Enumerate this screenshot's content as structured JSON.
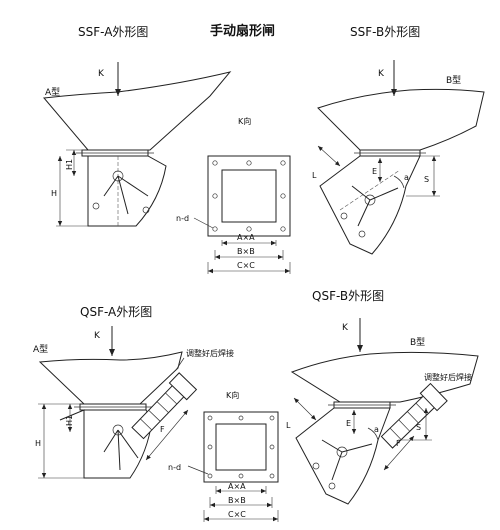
{
  "main_title": "手动扇形闸",
  "views": {
    "ssf_a": {
      "title": "SSF-A外形图",
      "type_label": "A型",
      "force_label": "K",
      "dim_h1": "H1",
      "dim_h": "H"
    },
    "ssf_b": {
      "title": "SSF-B外形图",
      "type_label": "B型",
      "force_label": "K",
      "dim_e": "E",
      "dim_s": "S",
      "dim_l": "L",
      "dim_a": "a"
    },
    "qsf_a": {
      "title": "QSF-A外形图",
      "type_label": "A型",
      "force_label": "K",
      "note": "调整好后焊接",
      "dim_h1": "H1",
      "dim_h": "H",
      "dim_f": "F"
    },
    "qsf_b": {
      "title": "QSF-B外形图",
      "type_label": "B型",
      "force_label": "K",
      "note": "调整好后焊接",
      "dim_e": "E",
      "dim_s": "S",
      "dim_l": "L",
      "dim_a": "a",
      "dim_f": "F"
    }
  },
  "flange_views": [
    {
      "view_label": "K向",
      "hole_label": "n-d",
      "dim_a": "A×A",
      "dim_b": "B×B",
      "dim_c": "C×C"
    },
    {
      "view_label": "K向",
      "hole_label": "n-d",
      "dim_a": "A×A",
      "dim_b": "B×B",
      "dim_c": "C×C"
    }
  ]
}
